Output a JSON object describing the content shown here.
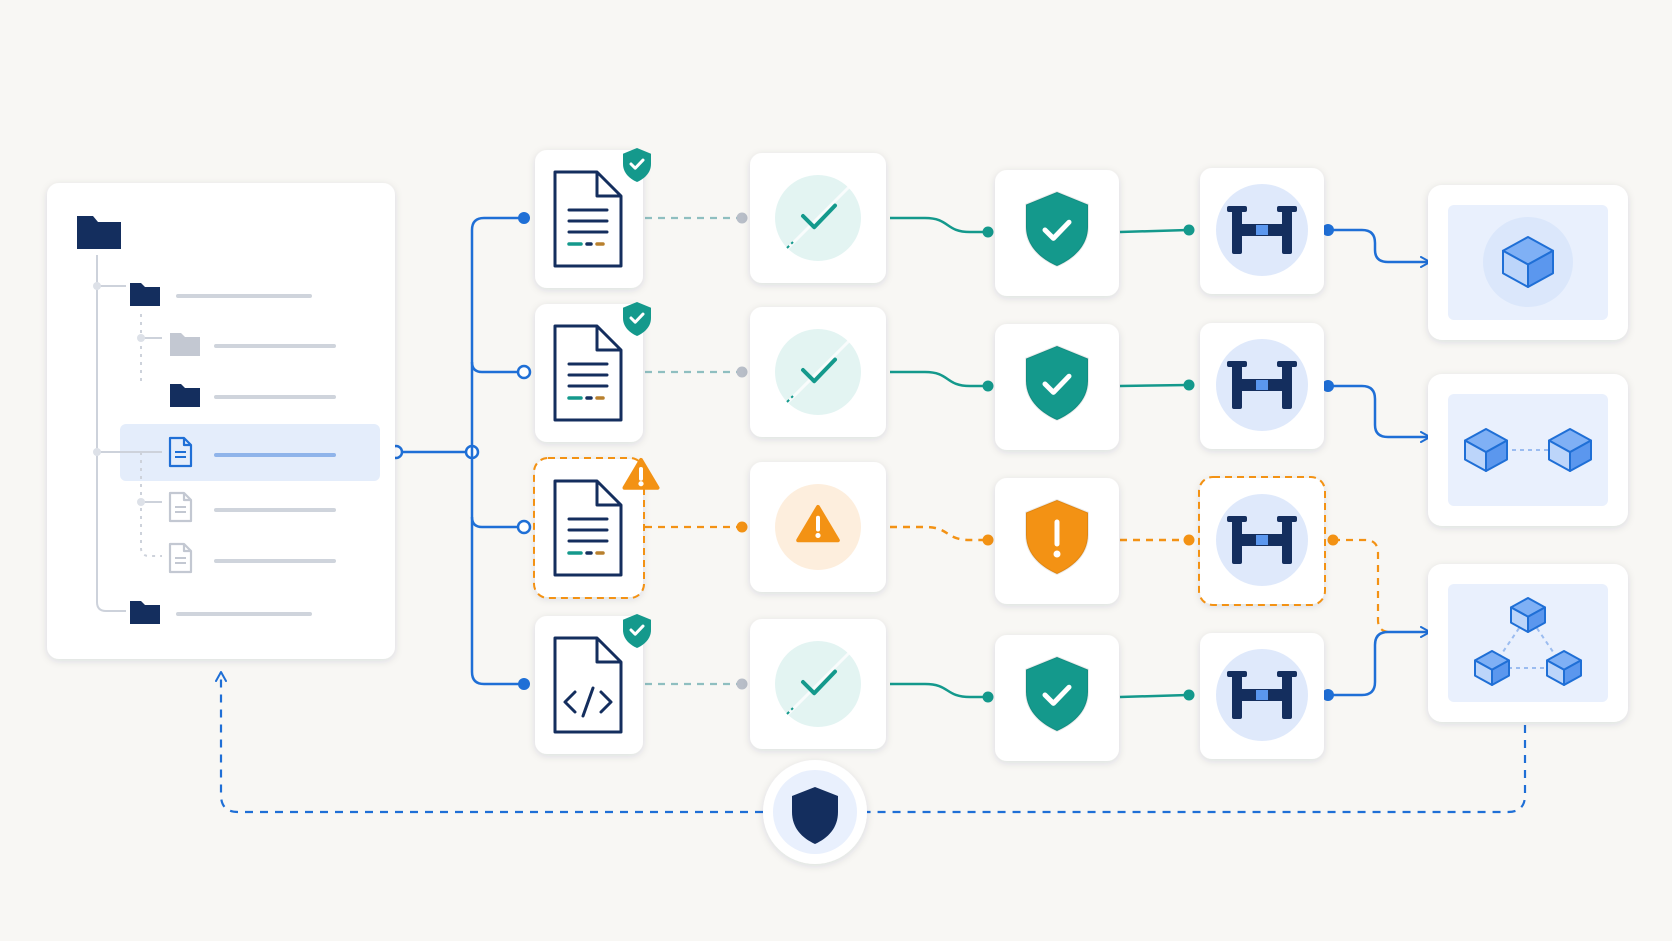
{
  "diagram": {
    "colors": {
      "background": "#f8f7f4",
      "navy": "#142e5e",
      "blue": "#1f6fd6",
      "teal": "#14998c",
      "teal_light": "#e3f4f2",
      "orange": "#f39214",
      "orange_light": "#fdeedd",
      "gray": "#cdd2db",
      "selected_row": "#e4edfb",
      "light_blue": "#e9f0fd"
    },
    "file_tree": {
      "items": [
        {
          "kind": "folder",
          "icon": "folder-icon",
          "level": 0,
          "state": "normal"
        },
        {
          "kind": "folder",
          "icon": "folder-icon",
          "level": 1,
          "state": "normal"
        },
        {
          "kind": "folder",
          "icon": "folder-icon",
          "level": 2,
          "state": "muted"
        },
        {
          "kind": "folder",
          "icon": "folder-icon",
          "level": 2,
          "state": "normal"
        },
        {
          "kind": "file",
          "icon": "document-icon",
          "level": 2,
          "state": "selected"
        },
        {
          "kind": "file",
          "icon": "document-icon",
          "level": 2,
          "state": "muted"
        },
        {
          "kind": "file",
          "icon": "document-icon",
          "level": 2,
          "state": "muted"
        },
        {
          "kind": "folder",
          "icon": "folder-icon",
          "level": 1,
          "state": "normal"
        }
      ]
    },
    "pipelines": [
      {
        "file_icon": "document-icon",
        "badge": "check-shield-badge",
        "status": "ok",
        "check_icon": "checkmark-icon",
        "scan_icon": "shield-check-icon",
        "gate_icon": "gate-icon"
      },
      {
        "file_icon": "document-icon",
        "badge": "check-shield-badge",
        "status": "ok",
        "check_icon": "checkmark-icon",
        "scan_icon": "shield-check-icon",
        "gate_icon": "gate-icon"
      },
      {
        "file_icon": "document-icon",
        "badge": "warning-triangle-badge",
        "status": "warning",
        "check_icon": "warning-triangle-icon",
        "scan_icon": "shield-exclamation-icon",
        "gate_icon": "gate-icon"
      },
      {
        "file_icon": "code-file-icon",
        "badge": "check-shield-badge",
        "status": "ok",
        "check_icon": "checkmark-icon",
        "scan_icon": "shield-check-icon",
        "gate_icon": "gate-icon"
      }
    ],
    "targets": [
      {
        "icon": "single-cube-icon",
        "cubes": 1
      },
      {
        "icon": "two-cubes-icon",
        "cubes": 2
      },
      {
        "icon": "three-cubes-icon",
        "cubes": 3
      }
    ],
    "feedback_icon": "shield-icon"
  }
}
